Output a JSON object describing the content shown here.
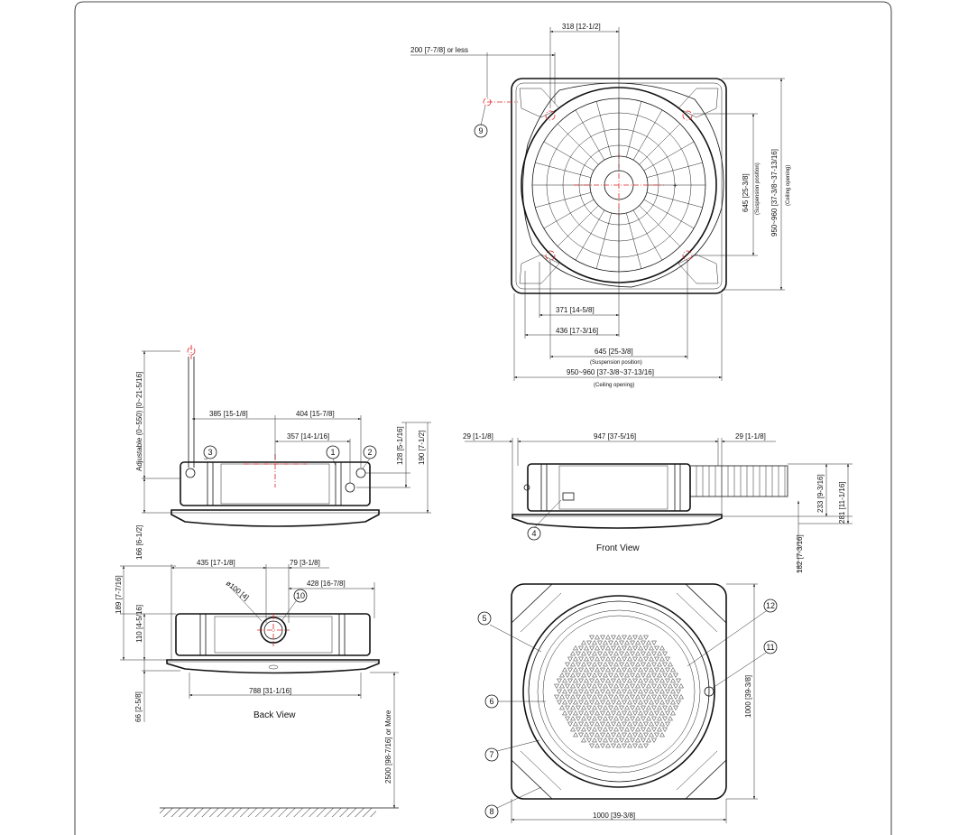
{
  "views": {
    "front_view_title": "Front View",
    "back_view_title": "Back View"
  },
  "dimensions": {
    "top_318": "318 [12-1/2]",
    "top_200": "200 [7-7/8] or less",
    "top_645_v": "645 [25-3/8]",
    "top_suspension_v": "(Suspension position)",
    "top_950_v": "950~960 [37-3/8~37-13/16]",
    "top_ceiling_v": "(Ceiling opening)",
    "top_371": "371 [14-5/8]",
    "top_436": "436 [17-3/16]",
    "top_645_h": "645 [25-3/8]",
    "top_suspension_h": "(Suspension position)",
    "top_950_h": "950~960 [37-3/8~37-13/16]",
    "top_ceiling_h": "(Ceiling opening)",
    "left_adjustable": "Adjustable (0~550) [0~21-5/16]",
    "left_385": "385 [15-1/8]",
    "left_404": "404 [15-7/8]",
    "left_357": "357 [14-1/16]",
    "left_128": "128 [5-1/16]",
    "left_190": "190 [7-1/2]",
    "left_166": "166 [6-1/2]",
    "front_29_left": "29 [1-1/8]",
    "front_947": "947 [37-5/16]",
    "front_29_right": "29 [1-1/8]",
    "front_233": "233 [9-3/16]",
    "front_281": "281 [11-1/16]",
    "front_182": "182 [7-3/16]",
    "back_435": "435 [17-1/8]",
    "back_79": "79 [3-1/8]",
    "back_428": "428 [16-7/8]",
    "back_phi100": "ø100 [4]",
    "back_189": "189 [7-7/16]",
    "back_110": "110 [4-5/16]",
    "back_788": "788 [31-1/16]",
    "back_66": "66 [2-5/8]",
    "back_2500": "2500 [98-7/16] or More",
    "panel_1000_v": "1000 [39-3/8]",
    "panel_1000_h": "1000 [39-3/8]"
  },
  "callouts": [
    "1",
    "2",
    "3",
    "4",
    "5",
    "6",
    "7",
    "8",
    "9",
    "10",
    "11",
    "12"
  ]
}
